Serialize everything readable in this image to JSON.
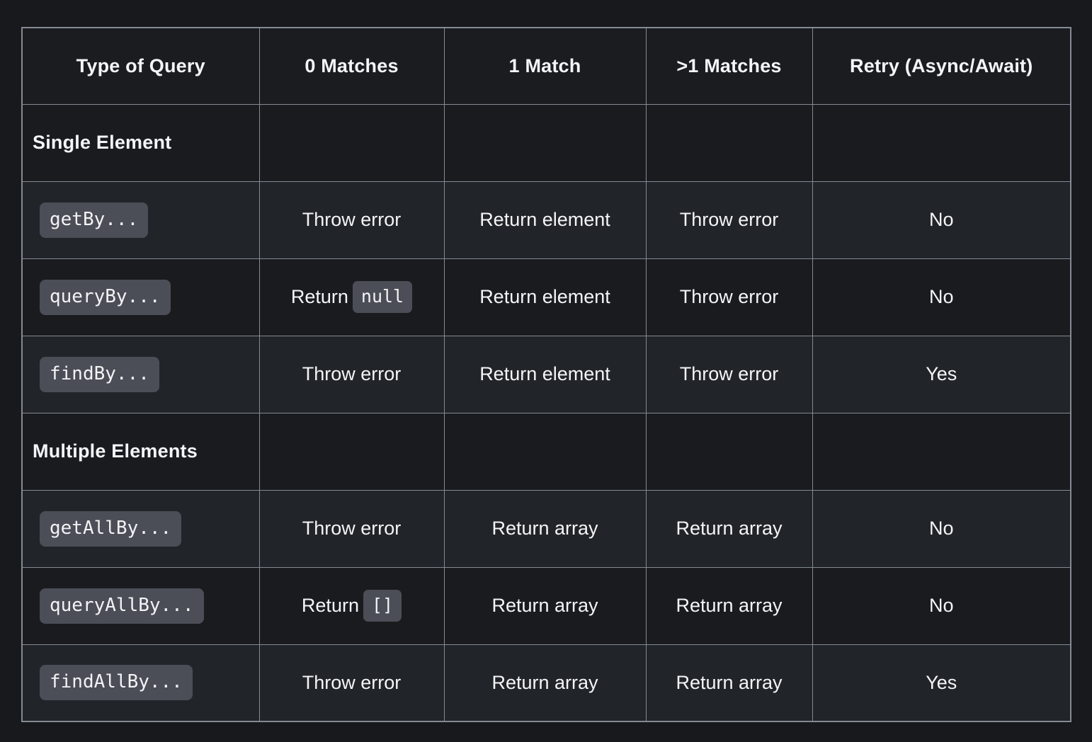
{
  "table": {
    "columns": [
      {
        "key": "type",
        "label": "Type of Query"
      },
      {
        "key": "zero",
        "label": "0 Matches"
      },
      {
        "key": "one",
        "label": "1 Match"
      },
      {
        "key": "many",
        "label": ">1 Matches"
      },
      {
        "key": "retry",
        "label": "Retry (Async/Await)"
      }
    ],
    "sections": [
      {
        "title": "Single Element",
        "rows": [
          {
            "name": "getBy...",
            "name_is_code": true,
            "zero": "Throw error",
            "zero_code": "",
            "one": "Return element",
            "many": "Throw error",
            "retry": "No"
          },
          {
            "name": "queryBy...",
            "name_is_code": true,
            "zero": "Return",
            "zero_code": "null",
            "one": "Return element",
            "many": "Throw error",
            "retry": "No"
          },
          {
            "name": "findBy...",
            "name_is_code": true,
            "zero": "Throw error",
            "zero_code": "",
            "one": "Return element",
            "many": "Throw error",
            "retry": "Yes"
          }
        ]
      },
      {
        "title": "Multiple Elements",
        "rows": [
          {
            "name": "getAllBy...",
            "name_is_code": true,
            "zero": "Throw error",
            "zero_code": "",
            "one": "Return array",
            "many": "Return array",
            "retry": "No"
          },
          {
            "name": "queryAllBy...",
            "name_is_code": true,
            "zero": "Return",
            "zero_code": "[]",
            "one": "Return array",
            "many": "Return array",
            "retry": "No"
          },
          {
            "name": "findAllBy...",
            "name_is_code": true,
            "zero": "Throw error",
            "zero_code": "",
            "one": "Return array",
            "many": "Return array",
            "retry": "Yes"
          }
        ]
      }
    ]
  },
  "colors": {
    "page_background": "#17191c",
    "row_dark": "#191b1e",
    "row_light": "#212429",
    "border": "#848b94",
    "code_chip_background": "#4b4e57",
    "text": "#f4f5f6"
  }
}
